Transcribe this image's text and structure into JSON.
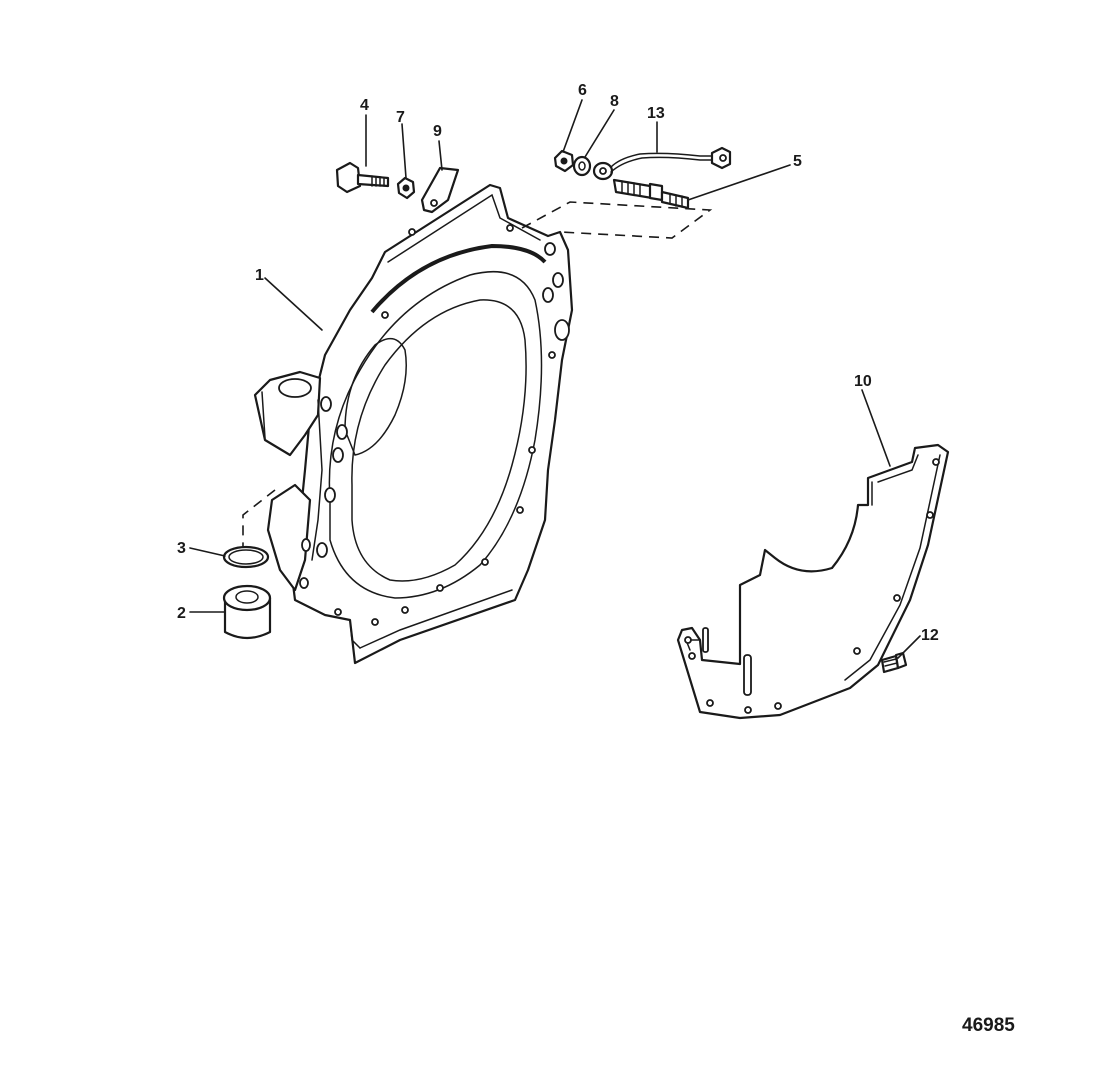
{
  "diagram": {
    "callouts": {
      "c1": "1",
      "c2": "2",
      "c3": "3",
      "c4": "4",
      "c5": "5",
      "c6": "6",
      "c7": "7",
      "c8": "8",
      "c9": "9",
      "c10": "10",
      "c12": "12",
      "c13": "13"
    },
    "drawing_number": "46985"
  }
}
